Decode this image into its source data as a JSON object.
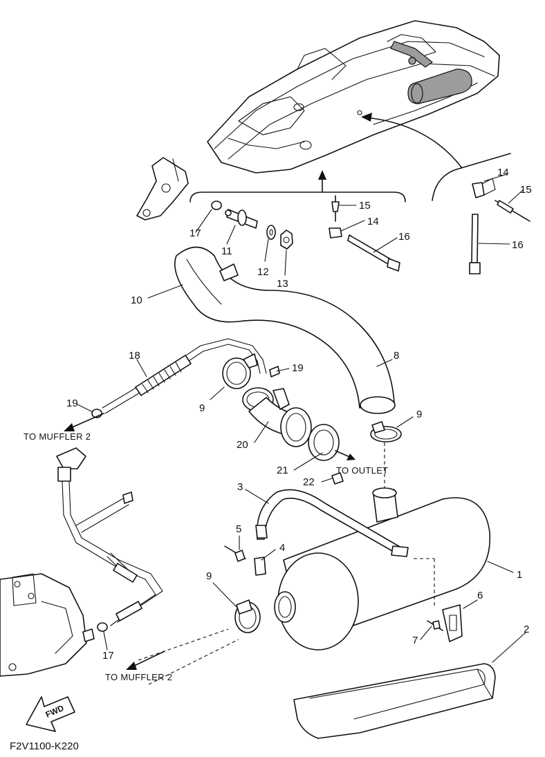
{
  "diagram_code": "F2V1100-K220",
  "direction_labels": {
    "to_muffler_2": "TO MUFFLER 2",
    "to_outlet": "TO OUTLET",
    "fwd": "FWD"
  },
  "callouts": [
    {
      "id": "1",
      "part": "muffler-1"
    },
    {
      "id": "2",
      "part": "muffler-cover"
    },
    {
      "id": "3",
      "part": "muffler-band"
    },
    {
      "id": "4",
      "part": "band-bracket"
    },
    {
      "id": "5",
      "part": "screw"
    },
    {
      "id": "6",
      "part": "band-holder"
    },
    {
      "id": "7",
      "part": "screw"
    },
    {
      "id": "8",
      "part": "exhaust-pipe"
    },
    {
      "id": "9",
      "part": "hose-clamp"
    },
    {
      "id": "10",
      "part": "pipe-bracket"
    },
    {
      "id": "11",
      "part": "stud-bolt"
    },
    {
      "id": "12",
      "part": "washer"
    },
    {
      "id": "13",
      "part": "nut"
    },
    {
      "id": "14",
      "part": "holder"
    },
    {
      "id": "15",
      "part": "rivet"
    },
    {
      "id": "16",
      "part": "cable-tie"
    },
    {
      "id": "17",
      "part": "clip"
    },
    {
      "id": "18",
      "part": "hose"
    },
    {
      "id": "19",
      "part": "hose-clip"
    },
    {
      "id": "20",
      "part": "outlet-joint"
    },
    {
      "id": "21",
      "part": "gasket"
    },
    {
      "id": "22",
      "part": "bolt"
    }
  ]
}
